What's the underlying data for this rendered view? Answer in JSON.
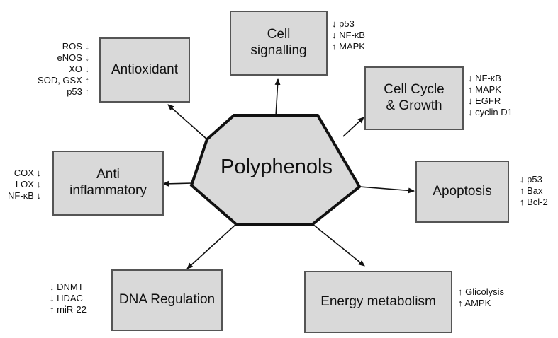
{
  "center": {
    "label": "Polyphenols"
  },
  "nodes": [
    {
      "id": "antioxidant",
      "label": "Antioxidant",
      "markers": [
        "ROS ↓",
        "eNOS ↓",
        "XO ↓",
        "SOD, GSX ↑",
        "p53 ↑"
      ]
    },
    {
      "id": "cell-signalling",
      "label": "Cell\nsignalling",
      "markers": [
        "↓ p53",
        "↓ NF-κB",
        "↑ MAPK"
      ]
    },
    {
      "id": "cell-cycle",
      "label": "Cell Cycle\n& Growth",
      "markers": [
        "↓ NF-κB",
        "↑ MAPK",
        "↓ EGFR",
        "↓ cyclin D1"
      ]
    },
    {
      "id": "anti-inflammatory",
      "label": "Anti\ninflammatory",
      "markers": [
        "COX ↓",
        "LOX ↓",
        "NF-κB ↓"
      ]
    },
    {
      "id": "apoptosis",
      "label": "Apoptosis",
      "markers": [
        "↓ p53",
        "↑ Bax",
        "↑ Bcl-2"
      ]
    },
    {
      "id": "dna-regulation",
      "label": "DNA Regulation",
      "markers": [
        "↓ DNMT",
        "↓ HDAC",
        "↑ miR-22"
      ]
    },
    {
      "id": "energy-metabolism",
      "label": "Energy metabolism",
      "markers": [
        "↑ Glicolysis",
        "↑ AMPK"
      ]
    }
  ]
}
